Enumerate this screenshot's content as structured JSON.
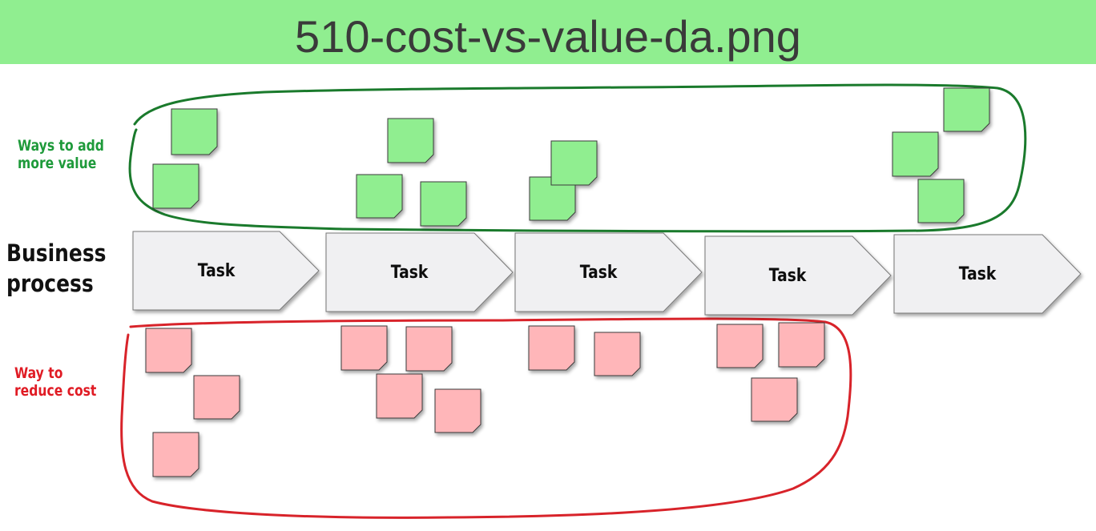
{
  "title": "510-cost-vs-value-da.png",
  "labels": {
    "add_value": [
      "Ways to add",
      "more value"
    ],
    "business_process": [
      "Business",
      "process"
    ],
    "reduce_cost": [
      "Way to",
      "reduce cost"
    ]
  },
  "tasks": [
    "Task",
    "Task",
    "Task",
    "Task",
    "Task"
  ],
  "colors": {
    "title_bar": "#90ee90",
    "value_outline": "#1a7a2c",
    "cost_outline": "#d8232a",
    "value_note": "#90ee90",
    "cost_note": "#ffb6b9",
    "task_fill": "#f0f0f2"
  }
}
